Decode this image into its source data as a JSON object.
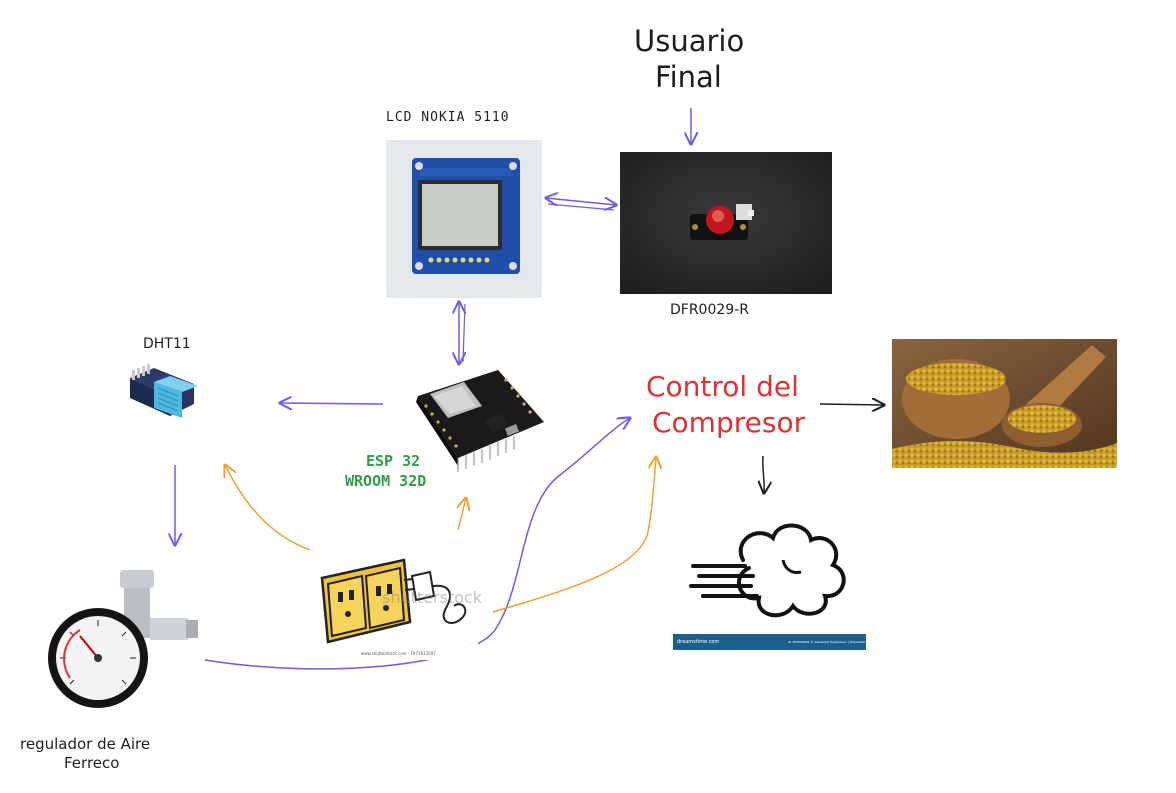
{
  "labels": {
    "usuario_final_line1": "Usuario",
    "usuario_final_line2": "Final",
    "lcd": "LCD NOKIA 5110",
    "button": "DFR0029-R",
    "dht": "DHT11",
    "esp_line1": "ESP 32",
    "esp_line2": "WROOM 32D",
    "control_line1": "Control del",
    "control_line2": "Compresor",
    "regulator_line1": "regulador de Aire",
    "regulator_line2": "Ferreco",
    "outlet_watermark": "shutterstock",
    "outlet_caption": "www.shutterstock.com · 1971813597",
    "air_caption_left": "dreamstime.com",
    "air_caption_right": "ID 182826958 © Alexander Ryabintsev | Dreamstime.com"
  },
  "colors": {
    "purple": "#6b5ce7",
    "orange": "#f0a030",
    "dark": "#1e1e1e",
    "red": "#e03131",
    "green": "#2f9e44"
  }
}
